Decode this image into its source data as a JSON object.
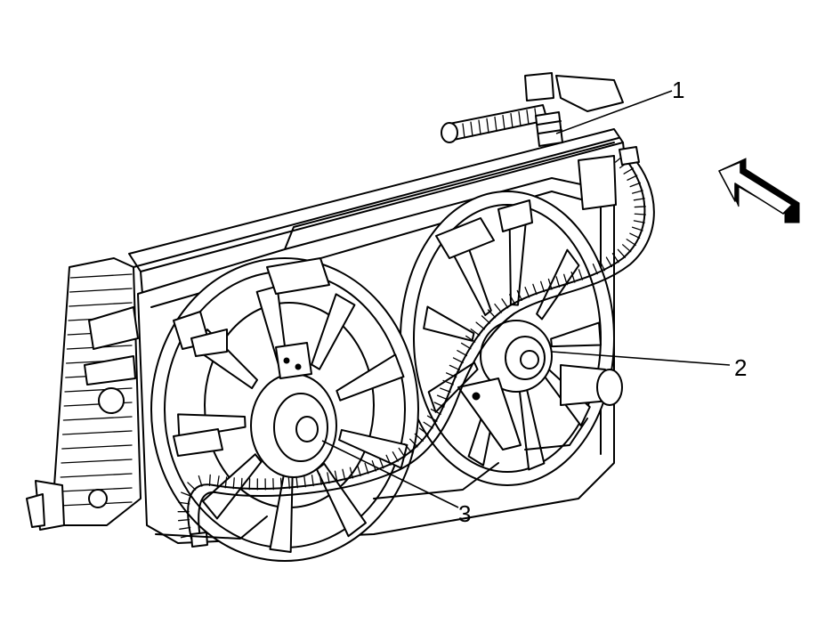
{
  "callouts": [
    {
      "id": "1",
      "label": "1"
    },
    {
      "id": "2",
      "label": "2"
    },
    {
      "id": "3",
      "label": "3"
    }
  ],
  "icons": {
    "direction_arrow": "view-direction-arrow-icon"
  },
  "colors": {
    "line": "#000000",
    "background": "#ffffff"
  }
}
